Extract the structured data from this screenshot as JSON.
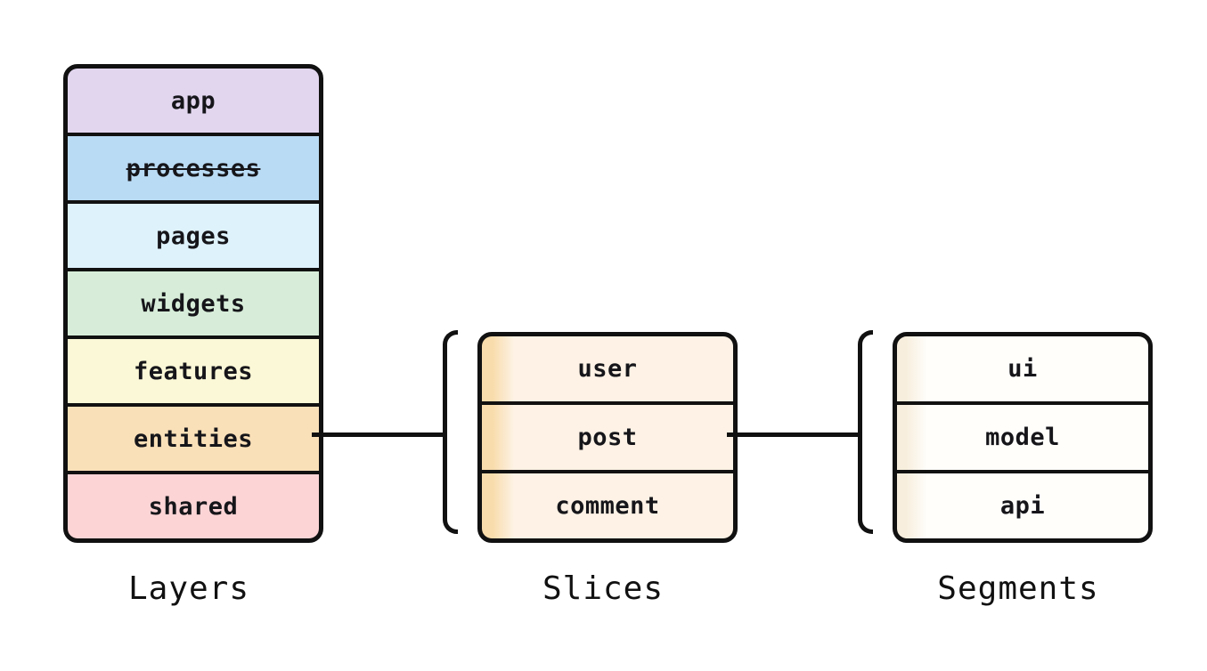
{
  "colors": {
    "background": "#ffffff",
    "stroke": "#111111",
    "text": "#16161a",
    "layer_app": "#e2d6ef",
    "layer_processes": "#badbf4",
    "layer_pages": "#def2fc",
    "layer_widgets": "#d7edd9",
    "layer_features": "#fbf8d7",
    "layer_entities": "#fae0b8",
    "layer_shared": "#fcd4d6",
    "slice_edge": "#f8dcab",
    "slice_fill": "#fdf2e5",
    "segment_edge": "#f7eedd",
    "segment_fill": "#fffefb"
  },
  "groups": [
    {
      "title": "Layers",
      "items": [
        {
          "label": "app",
          "strikethrough": false
        },
        {
          "label": "processes",
          "strikethrough": true
        },
        {
          "label": "pages",
          "strikethrough": false
        },
        {
          "label": "widgets",
          "strikethrough": false
        },
        {
          "label": "features",
          "strikethrough": false
        },
        {
          "label": "entities",
          "strikethrough": false
        },
        {
          "label": "shared",
          "strikethrough": false
        }
      ]
    },
    {
      "title": "Slices",
      "items": [
        {
          "label": "user",
          "strikethrough": false
        },
        {
          "label": "post",
          "strikethrough": false
        },
        {
          "label": "comment",
          "strikethrough": false
        }
      ]
    },
    {
      "title": "Segments",
      "items": [
        {
          "label": "ui",
          "strikethrough": false
        },
        {
          "label": "model",
          "strikethrough": false
        },
        {
          "label": "api",
          "strikethrough": false
        }
      ]
    }
  ]
}
